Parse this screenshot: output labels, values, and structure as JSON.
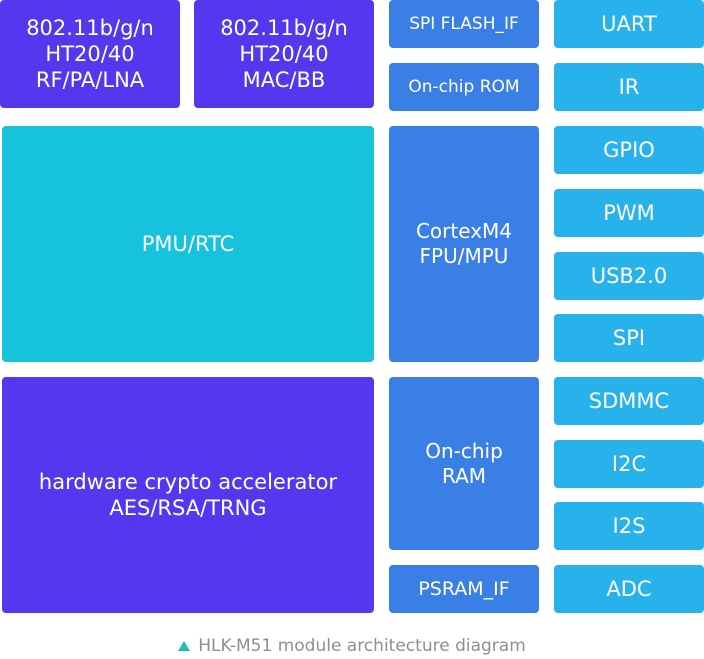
{
  "blocks": {
    "rf": [
      "802.11b/g/n",
      "HT20/40",
      "RF/PA/LNA"
    ],
    "mac": [
      "802.11b/g/n",
      "HT20/40",
      "MAC/BB"
    ],
    "pmu": "PMU/RTC",
    "crypto": [
      "hardware crypto accelerator",
      "AES/RSA/TRNG"
    ],
    "spi_flash": "SPI FLASH_IF",
    "rom": "On-chip ROM",
    "cpu": [
      "CortexM4",
      "FPU/MPU"
    ],
    "ram": [
      "On-chip",
      "RAM"
    ],
    "psram": "PSRAM_IF"
  },
  "peripherals": [
    "UART",
    "IR",
    "GPIO",
    "PWM",
    "USB2.0",
    "SPI",
    "SDMMC",
    "I2C",
    "I2S",
    "ADC"
  ],
  "caption": "HLK-M51 module architecture diagram",
  "colors": {
    "violet": "#5338f0",
    "cyan": "#17c3dc",
    "blue": "#3a7fe6",
    "sky": "#27b2ec",
    "caption_marker": "#1fbfb0"
  }
}
